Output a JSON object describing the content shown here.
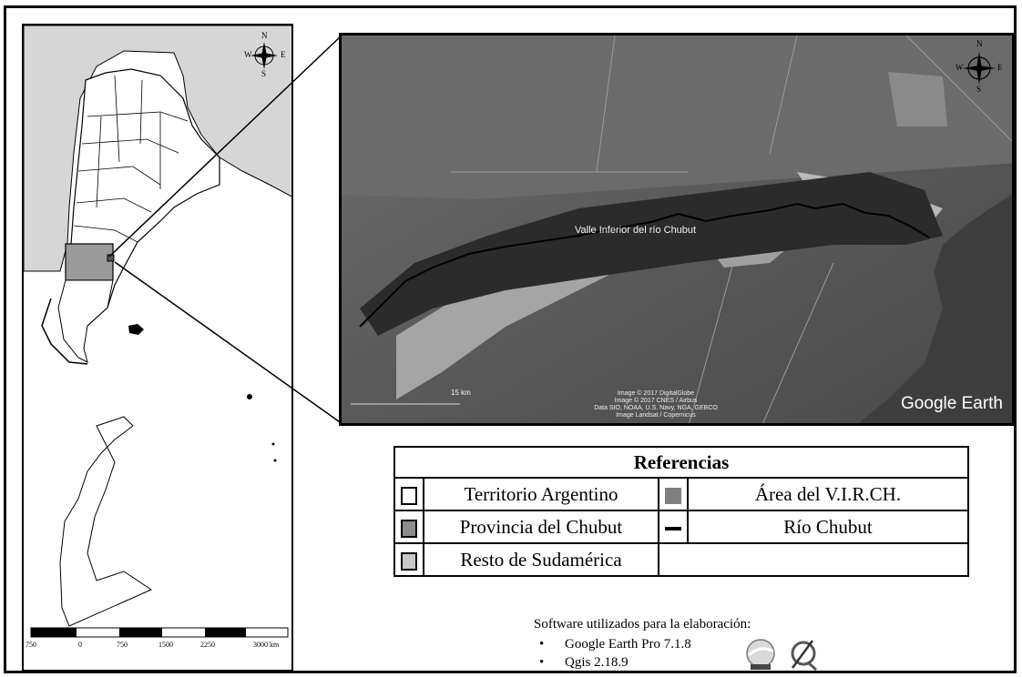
{
  "compass": {
    "n": "N",
    "s": "S",
    "e": "E",
    "w": "W"
  },
  "satellite": {
    "label": "Valle Inferior del río Chubut",
    "scale_label": "15 km",
    "logo": "Google Earth",
    "credits": [
      "Image © 2017 DigitalGlobe",
      "Image © 2017 CNES / Airbus",
      "Data SIO, NOAA, U.S. Navy, NGA, GEBCO",
      "Image Landsat / Copernicus"
    ]
  },
  "legend": {
    "title": "Referencias",
    "items": [
      {
        "label": "Territorio Argentino",
        "swatch": "#ffffff"
      },
      {
        "label": "Área del V.I.R.CH.",
        "swatch": "#808080"
      },
      {
        "label": "Provincia del Chubut",
        "swatch": "#8c8c8c"
      },
      {
        "label": "Río Chubut",
        "swatch": "#000000"
      },
      {
        "label": "Resto de Sudamérica",
        "swatch": "#c8c8c8"
      }
    ]
  },
  "software": {
    "title": "Software utilizados para la elaboración:",
    "items": [
      "Google Earth Pro 7.1.8",
      "Qgis 2.18.9"
    ]
  },
  "scalebar": {
    "ticks": [
      "750",
      "0",
      "750",
      "1500",
      "2250",
      "3000 km"
    ]
  }
}
